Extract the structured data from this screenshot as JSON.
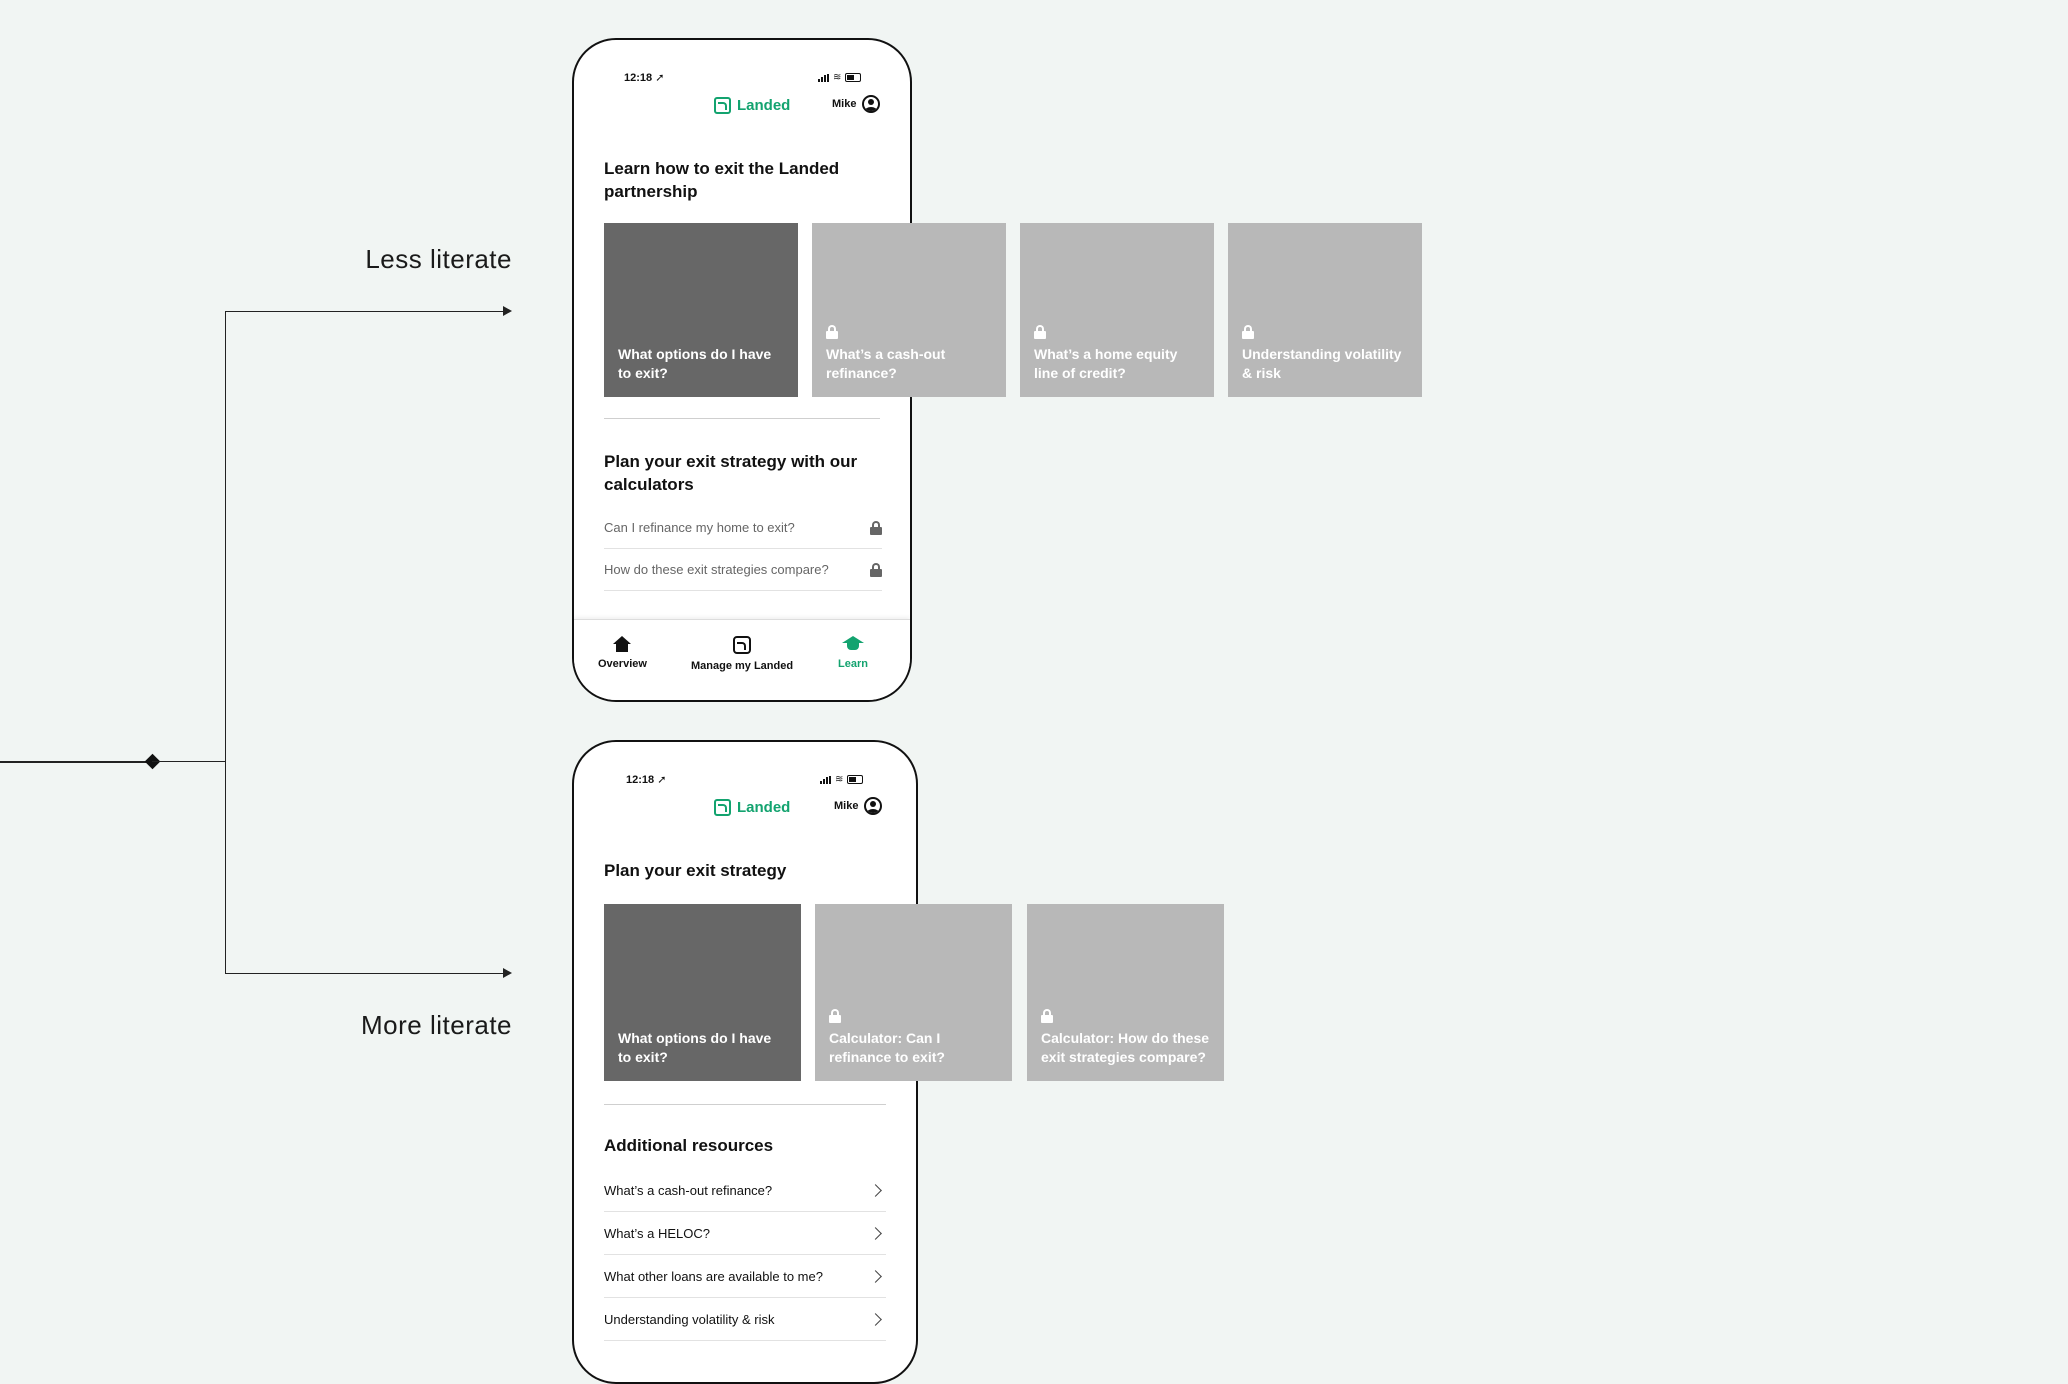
{
  "branches": {
    "less_literate": "Less literate",
    "more_literate": "More literate"
  },
  "colors": {
    "brand_green": "#13a36f",
    "card_dark": "#676767",
    "card_locked": "#b8b8b8",
    "background": "#f1f5f3"
  },
  "phone_top": {
    "status": {
      "time": "12:18 ➚"
    },
    "brand": "Landed",
    "user": "Mike",
    "section1_title": "Learn how to exit the Landed partnership",
    "cards": [
      {
        "label": "What options do I have to exit?",
        "locked": false
      },
      {
        "label": "What’s a cash-out refinance?",
        "locked": true
      },
      {
        "label": "What’s a home equity line of credit?",
        "locked": true
      },
      {
        "label": "Understanding volatility & risk",
        "locked": true
      }
    ],
    "section2_title": "Plan your exit strategy with our calculators",
    "calculators": [
      {
        "label": "Can I refinance my home to exit?",
        "icon": "lock-icon"
      },
      {
        "label": "How do these exit strategies compare?",
        "icon": "lock-icon"
      }
    ],
    "tabs": [
      {
        "label": "Overview",
        "icon": "home-icon"
      },
      {
        "label": "Manage my Landed",
        "icon": "landed-icon"
      },
      {
        "label": "Learn",
        "icon": "graduation-cap-icon",
        "active": true
      }
    ]
  },
  "phone_bottom": {
    "status": {
      "time": "12:18 ➚"
    },
    "brand": "Landed",
    "user": "Mike",
    "section1_title": "Plan your exit strategy",
    "cards": [
      {
        "label": "What options do I have to exit?",
        "locked": false
      },
      {
        "label": "Calculator: Can I refinance to exit?",
        "locked": true
      },
      {
        "label": "Calculator: How do these exit strategies compare?",
        "locked": true
      }
    ],
    "section2_title": "Additional resources",
    "resources": [
      {
        "label": "What’s a cash-out refinance?"
      },
      {
        "label": "What’s a HELOC?"
      },
      {
        "label": "What other loans are available to me?"
      },
      {
        "label": "Understanding volatility & risk"
      }
    ]
  }
}
